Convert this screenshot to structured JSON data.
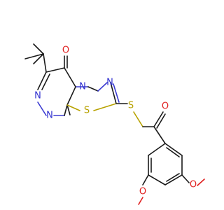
{
  "molecule": {
    "atoms": {
      "o_ketone_ring": "O",
      "n_ring_top": "N",
      "n_thiadiazole_right": "N",
      "n_triazine_left1": "N",
      "n_triazine_left2": "N",
      "s_thiadiazole": "S",
      "s_thioether": "S",
      "o_ketone_chain": "O",
      "o_methoxy_left": "O",
      "o_methoxy_right": "O"
    },
    "colors": {
      "bond": "#1a1a1a",
      "nitrogen": "#3030d0",
      "oxygen": "#e02020",
      "sulfur": "#b8a200"
    }
  }
}
